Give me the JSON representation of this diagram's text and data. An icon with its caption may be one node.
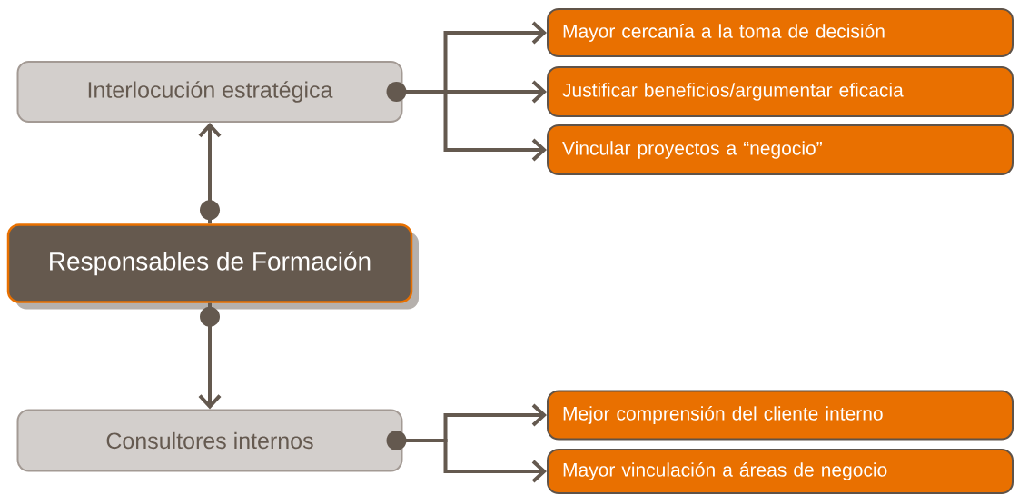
{
  "diagram": {
    "nodes": [
      {
        "text": [
          "Interlocución estratégica"
        ]
      },
      {
        "text": [
          "Mayor cercanía a la toma de decisión"
        ]
      },
      {
        "text": [
          "Justificar beneficios/argumentar eficacia"
        ]
      },
      {
        "text": [
          "Vincular proyectos a “negocio”"
        ]
      },
      {
        "text": [
          "Responsables de Formación"
        ]
      },
      {
        "text": [
          "Consultores internos"
        ]
      },
      {
        "text": [
          "Mejor comprensión del cliente interno"
        ]
      },
      {
        "text": [
          "Mayor vinculación a áreas de negocio"
        ]
      }
    ],
    "edges": [
      {
        "from": 4,
        "to": 0,
        "arrow": "to"
      },
      {
        "from": 0,
        "to": 1,
        "arrow": "to"
      },
      {
        "from": 0,
        "to": 2,
        "arrow": "to"
      },
      {
        "from": 0,
        "to": 3,
        "arrow": "to"
      },
      {
        "from": 4,
        "to": 5,
        "arrow": "to"
      },
      {
        "from": 5,
        "to": 6,
        "arrow": "to"
      },
      {
        "from": 5,
        "to": 7,
        "arrow": "to"
      }
    ]
  }
}
